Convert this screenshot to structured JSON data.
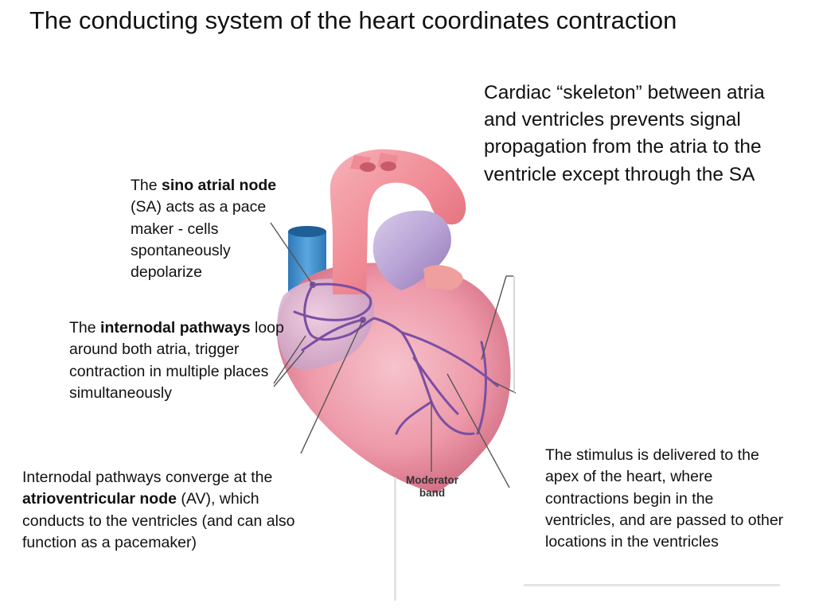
{
  "title": "The conducting system of the heart coordinates contraction",
  "callouts": {
    "sa": {
      "prefix": "The ",
      "bold": "sino atrial node",
      "rest": " (SA) acts as a pace maker - cells spontaneously depolarize"
    },
    "internodal": {
      "prefix": "The ",
      "bold": "internodal pathways",
      "rest": " loop around both atria, trigger contraction in multiple places simultaneously"
    },
    "av": {
      "prefix": "Internodal pathways converge at the ",
      "bold": "atrioventricular node",
      "rest": " (AV), which conducts to the ventricles (and can also function as a pacemaker)"
    },
    "skeleton": "Cardiac “skeleton” between atria and ventricles prevents signal propagation from the atria to the ventricle except through the SA",
    "apex": "The stimulus is delivered to the apex of the heart, where contractions begin in the ventricles, and are passed to other locations in the ventricles"
  },
  "figure_label": {
    "line1": "Moderator",
    "line2": "band"
  },
  "colors": {
    "heart_body": "#ee9aaa",
    "aorta": "#f08a94",
    "pulmonary_trunk": "#b9a4d6",
    "vena_cava": "#3f8fd0",
    "conduction": "#7a4fa3"
  }
}
